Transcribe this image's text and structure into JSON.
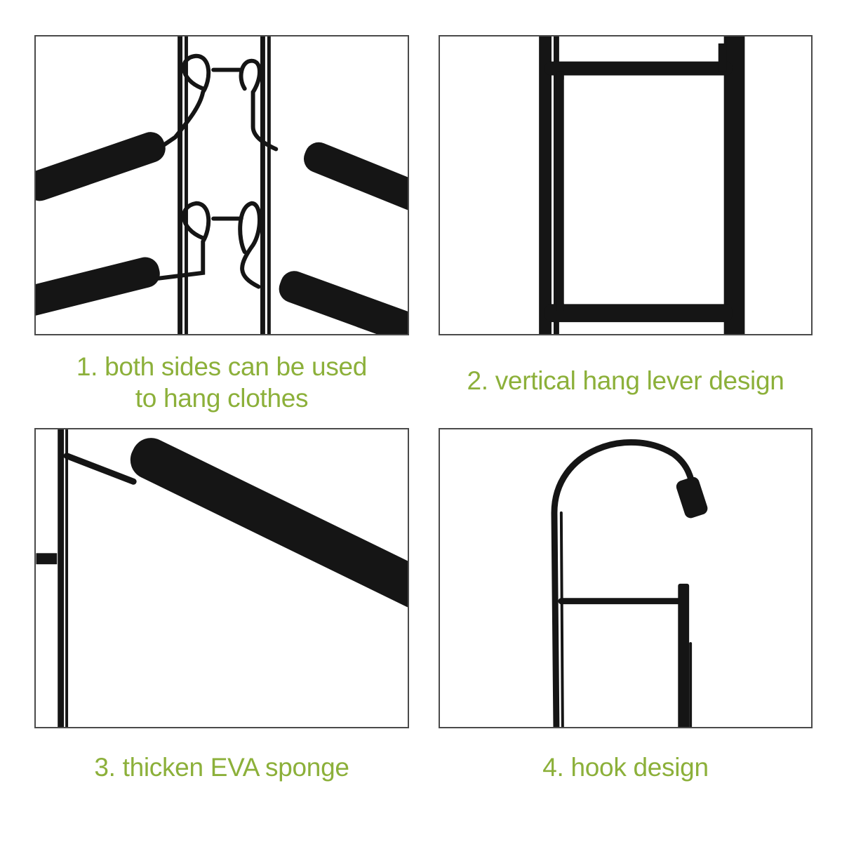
{
  "colors": {
    "caption": "#8cb03a",
    "frame": "#4a4a4a",
    "hanger": "#151515"
  },
  "panels": [
    {
      "image": "hanger-closeup-double-sided",
      "caption_lines": [
        "1. both sides can be used",
        "to hang clothes"
      ]
    },
    {
      "image": "hanger-closeup-vertical-lever",
      "caption_lines": [
        "2. vertical hang lever design"
      ]
    },
    {
      "image": "hanger-closeup-eva-sponge-bar",
      "caption_lines": [
        "3. thicken EVA sponge"
      ]
    },
    {
      "image": "hanger-closeup-hook",
      "caption_lines": [
        "4. hook design"
      ]
    }
  ]
}
